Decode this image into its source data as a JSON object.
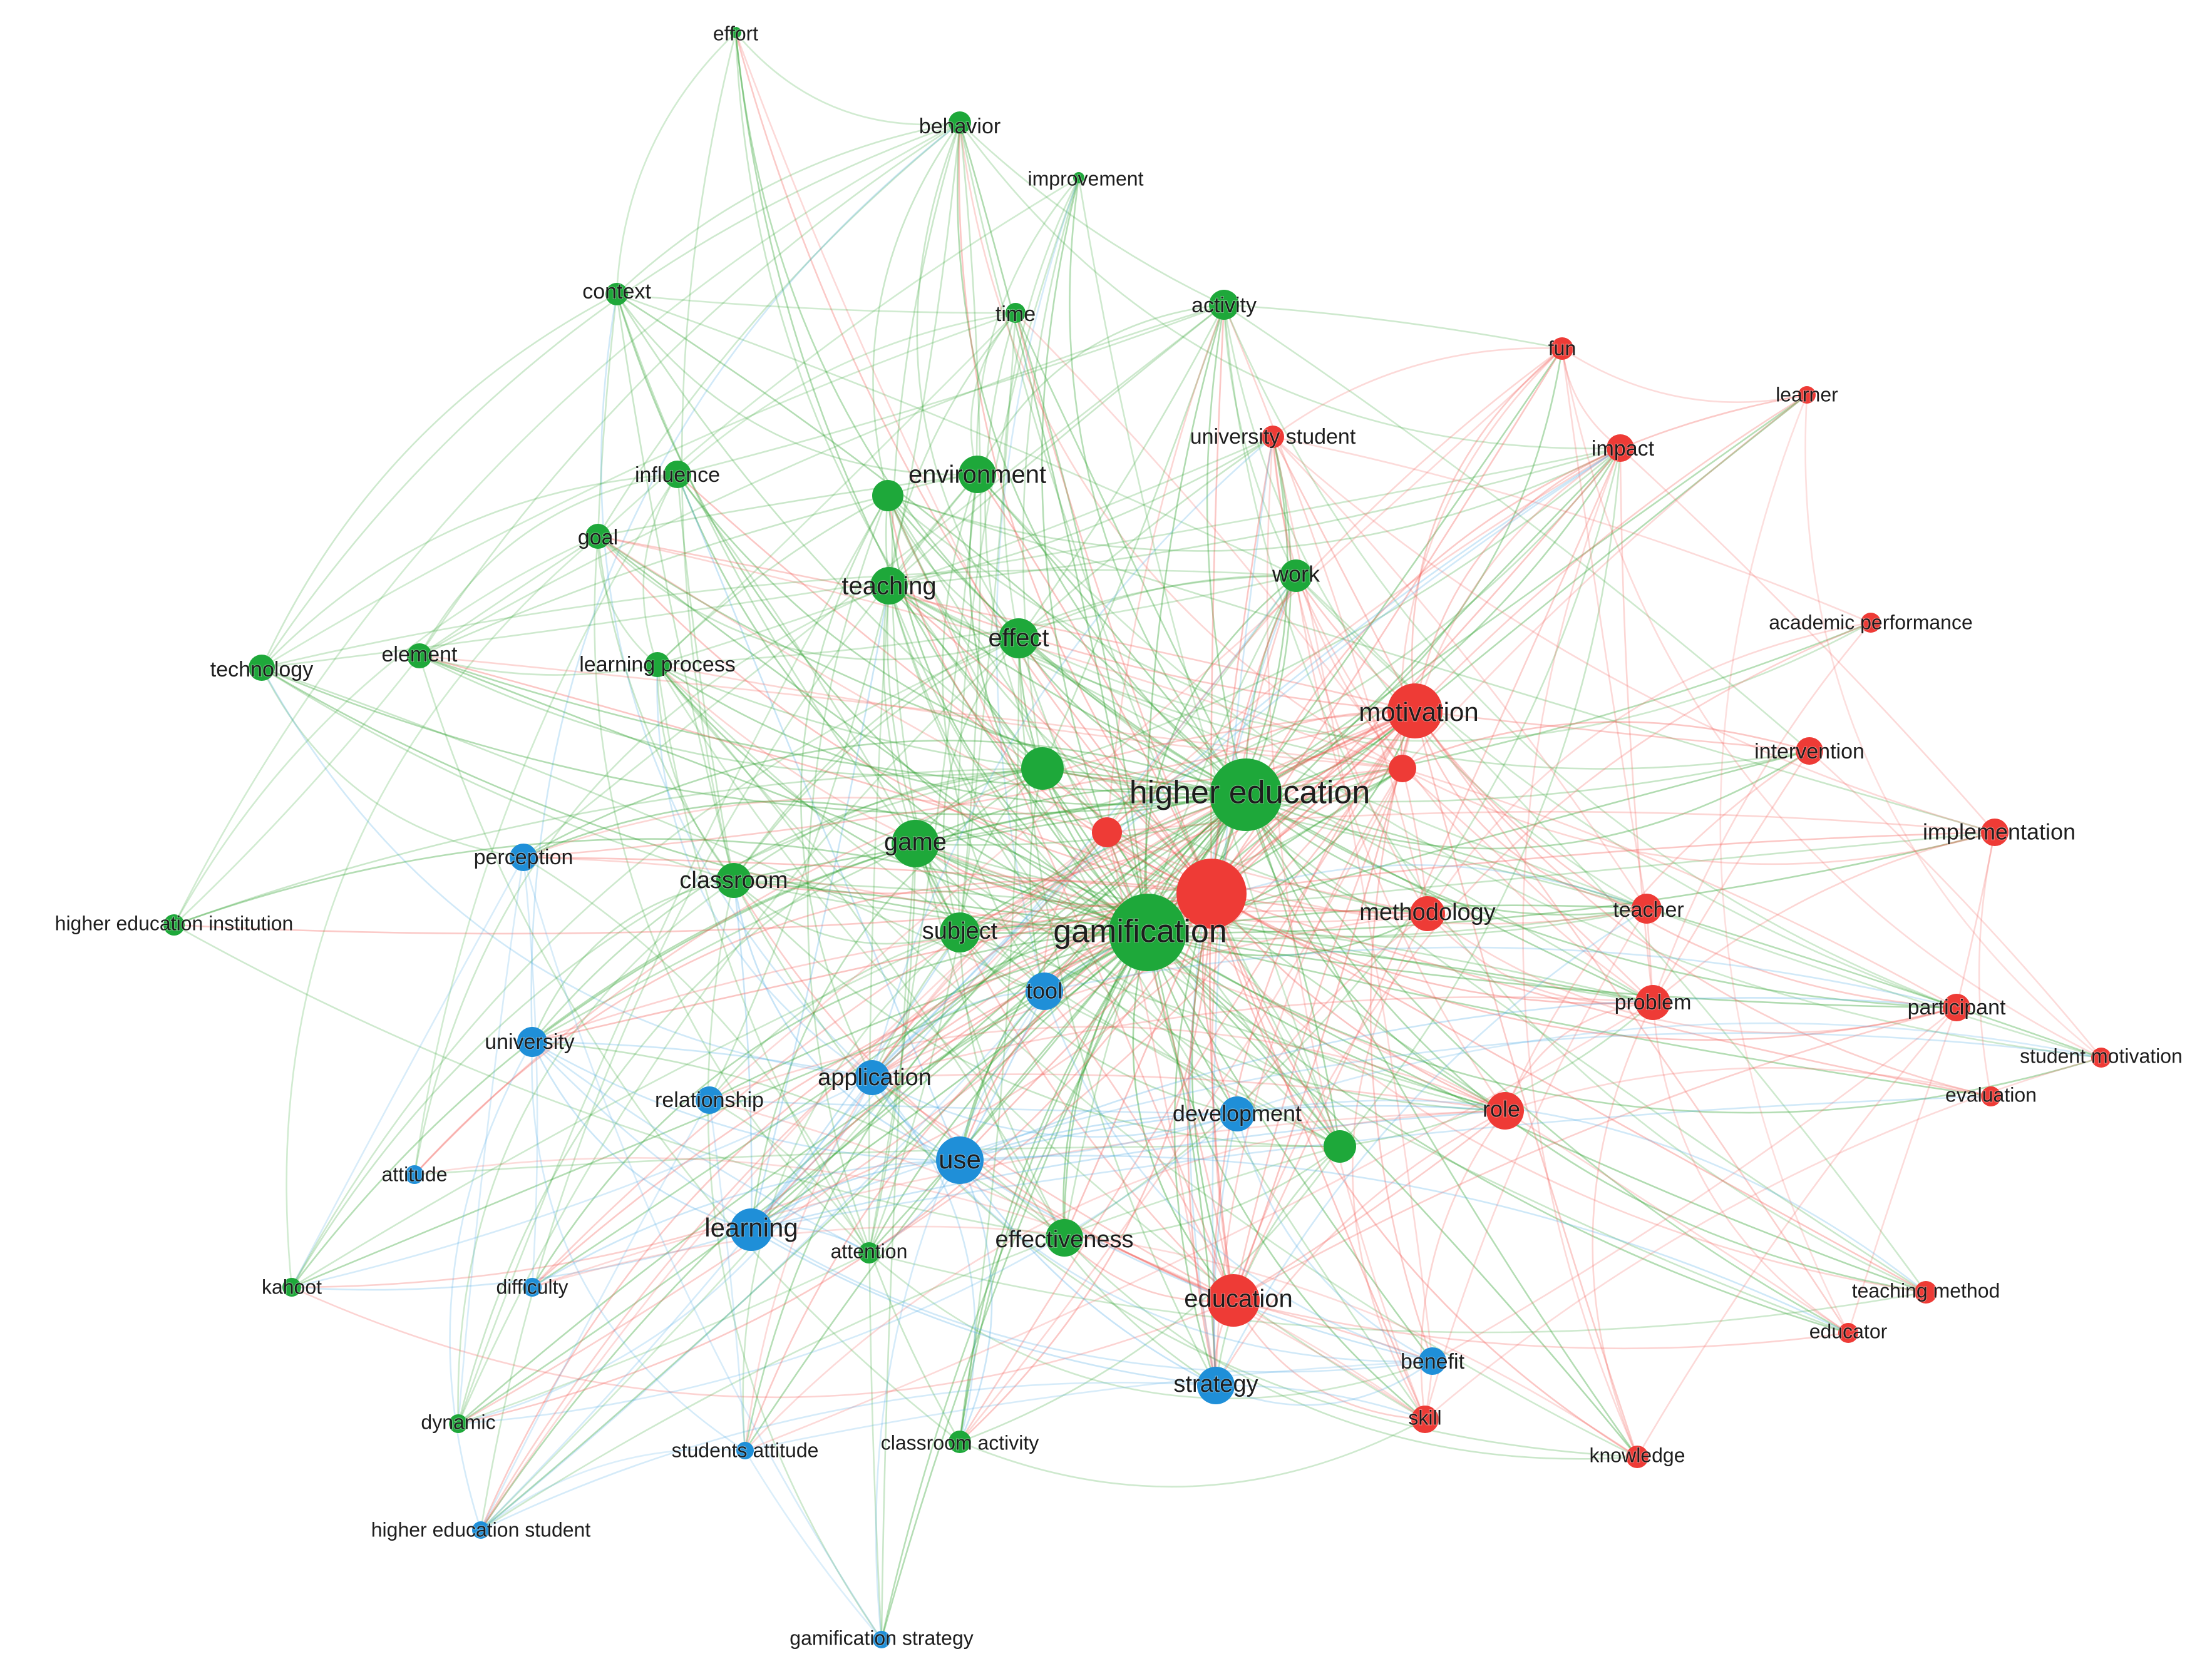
{
  "colors": {
    "green_cluster": "#2ca02c",
    "green_node": "#1ea83a",
    "red_cluster": "#f25a55",
    "red_node": "#ee3b36",
    "blue_cluster": "#49a8e4",
    "blue_node": "#1f8fd8",
    "label": "#1d1d1d",
    "background": "#ffffff"
  },
  "nodes": [
    {
      "id": "effort",
      "label": "effort",
      "cluster": "green",
      "weight": 1
    },
    {
      "id": "behavior",
      "label": "behavior",
      "cluster": "green",
      "weight": 2
    },
    {
      "id": "improvement",
      "label": "improvement",
      "cluster": "green",
      "weight": 1
    },
    {
      "id": "context",
      "label": "context",
      "cluster": "green",
      "weight": 2
    },
    {
      "id": "time",
      "label": "time",
      "cluster": "green",
      "weight": 1
    },
    {
      "id": "activity",
      "label": "activity",
      "cluster": "green",
      "weight": 2
    },
    {
      "id": "influence",
      "label": "influence",
      "cluster": "green",
      "weight": 2
    },
    {
      "id": "environment",
      "label": "environment",
      "cluster": "green",
      "weight": 3
    },
    {
      "id": "env_satellite",
      "label": "",
      "cluster": "green",
      "weight": 3
    },
    {
      "id": "goal",
      "label": "goal",
      "cluster": "green",
      "weight": 2
    },
    {
      "id": "teaching",
      "label": "teaching",
      "cluster": "green",
      "weight": 3
    },
    {
      "id": "work",
      "label": "work",
      "cluster": "green",
      "weight": 2
    },
    {
      "id": "technology",
      "label": "technology",
      "cluster": "green",
      "weight": 2
    },
    {
      "id": "element",
      "label": "element",
      "cluster": "green",
      "weight": 2
    },
    {
      "id": "learning_process",
      "label": "learning process",
      "cluster": "green",
      "weight": 2
    },
    {
      "id": "effect",
      "label": "effect",
      "cluster": "green",
      "weight": 3
    },
    {
      "id": "green_unlabeled_1",
      "label": "",
      "cluster": "green",
      "weight": 4
    },
    {
      "id": "higher_education",
      "label": "higher education",
      "cluster": "green",
      "weight": 9
    },
    {
      "id": "game",
      "label": "game",
      "cluster": "green",
      "weight": 4
    },
    {
      "id": "classroom",
      "label": "classroom",
      "cluster": "green",
      "weight": 3
    },
    {
      "id": "subject",
      "label": "subject",
      "cluster": "green",
      "weight": 3
    },
    {
      "id": "gamification",
      "label": "gamification",
      "cluster": "green",
      "weight": 10
    },
    {
      "id": "higher_education_institution",
      "label": "higher education institution",
      "cluster": "green",
      "weight": 1
    },
    {
      "id": "effectiveness",
      "label": "effectiveness",
      "cluster": "green",
      "weight": 3
    },
    {
      "id": "attention",
      "label": "attention",
      "cluster": "green",
      "weight": 2
    },
    {
      "id": "kahoot",
      "label": "kahoot",
      "cluster": "green",
      "weight": 1
    },
    {
      "id": "dynamic",
      "label": "dynamic",
      "cluster": "green",
      "weight": 1
    },
    {
      "id": "classroom_activity",
      "label": "classroom activity",
      "cluster": "green",
      "weight": 2
    },
    {
      "id": "green_unlabeled_2",
      "label": "",
      "cluster": "green",
      "weight": 3
    },
    {
      "id": "fun",
      "label": "fun",
      "cluster": "red",
      "weight": 2
    },
    {
      "id": "learner",
      "label": "learner",
      "cluster": "red",
      "weight": 1
    },
    {
      "id": "university_student",
      "label": "university student",
      "cluster": "red",
      "weight": 2
    },
    {
      "id": "impact",
      "label": "impact",
      "cluster": "red",
      "weight": 2
    },
    {
      "id": "academic_performance",
      "label": "academic performance",
      "cluster": "red",
      "weight": 1
    },
    {
      "id": "motivation",
      "label": "motivation",
      "cluster": "red",
      "weight": 6
    },
    {
      "id": "red_unlabeled_1",
      "label": "",
      "cluster": "red",
      "weight": 3
    },
    {
      "id": "intervention",
      "label": "intervention",
      "cluster": "red",
      "weight": 2
    },
    {
      "id": "red_unlabeled_2",
      "label": "",
      "cluster": "red",
      "weight": 3
    },
    {
      "id": "red_hub",
      "label": "",
      "cluster": "red",
      "weight": 8
    },
    {
      "id": "implementation",
      "label": "implementation",
      "cluster": "red",
      "weight": 2
    },
    {
      "id": "methodology",
      "label": "methodology",
      "cluster": "red",
      "weight": 3
    },
    {
      "id": "teacher",
      "label": "teacher",
      "cluster": "red",
      "weight": 2
    },
    {
      "id": "problem",
      "label": "problem",
      "cluster": "red",
      "weight": 3
    },
    {
      "id": "participant",
      "label": "participant",
      "cluster": "red",
      "weight": 2
    },
    {
      "id": "student_motivation",
      "label": "student motivation",
      "cluster": "red",
      "weight": 1
    },
    {
      "id": "evaluation",
      "label": "evaluation",
      "cluster": "red",
      "weight": 1
    },
    {
      "id": "role",
      "label": "role",
      "cluster": "red",
      "weight": 3
    },
    {
      "id": "education",
      "label": "education",
      "cluster": "red",
      "weight": 5
    },
    {
      "id": "teaching_method",
      "label": "teaching method",
      "cluster": "red",
      "weight": 2
    },
    {
      "id": "educator",
      "label": "educator",
      "cluster": "red",
      "weight": 1
    },
    {
      "id": "skill",
      "label": "skill",
      "cluster": "red",
      "weight": 2
    },
    {
      "id": "knowledge",
      "label": "knowledge",
      "cluster": "red",
      "weight": 2
    },
    {
      "id": "perception",
      "label": "perception",
      "cluster": "blue",
      "weight": 2
    },
    {
      "id": "tool",
      "label": "tool",
      "cluster": "blue",
      "weight": 3
    },
    {
      "id": "university",
      "label": "university",
      "cluster": "blue",
      "weight": 3
    },
    {
      "id": "application",
      "label": "application",
      "cluster": "blue",
      "weight": 3
    },
    {
      "id": "relationship",
      "label": "relationship",
      "cluster": "blue",
      "weight": 2
    },
    {
      "id": "development",
      "label": "development",
      "cluster": "blue",
      "weight": 3
    },
    {
      "id": "use",
      "label": "use",
      "cluster": "blue",
      "weight": 5
    },
    {
      "id": "attitude",
      "label": "attitude",
      "cluster": "blue",
      "weight": 1
    },
    {
      "id": "learning",
      "label": "learning",
      "cluster": "blue",
      "weight": 4
    },
    {
      "id": "difficulty",
      "label": "difficulty",
      "cluster": "blue",
      "weight": 1
    },
    {
      "id": "strategy",
      "label": "strategy",
      "cluster": "blue",
      "weight": 3
    },
    {
      "id": "benefit",
      "label": "benefit",
      "cluster": "blue",
      "weight": 2
    },
    {
      "id": "students_attitude",
      "label": "students attitude",
      "cluster": "blue",
      "weight": 1
    },
    {
      "id": "higher_education_student",
      "label": "higher education student",
      "cluster": "blue",
      "weight": 1
    },
    {
      "id": "gamification_strategy",
      "label": "gamification strategy",
      "cluster": "blue",
      "weight": 1
    }
  ]
}
